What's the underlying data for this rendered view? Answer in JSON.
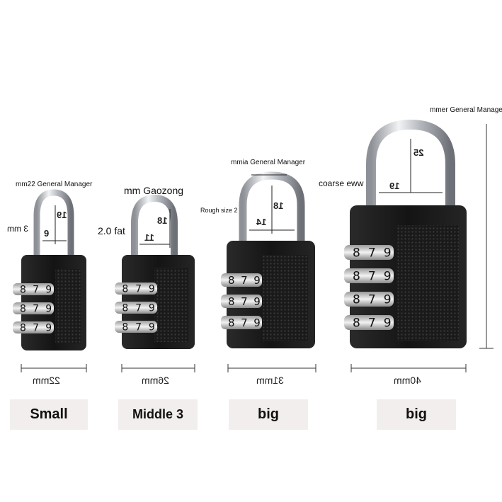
{
  "locks": [
    {
      "id": "small",
      "top_label": "mm22 General Manager",
      "side_label": "3 mm",
      "side_label_2": "",
      "shackle_width": "9",
      "shackle_height": "19",
      "body_width_label": "22mm",
      "size_label": "Small"
    },
    {
      "id": "middle",
      "top_label": "mm Gaozong",
      "side_label": "2.0 fat",
      "side_label_2": "",
      "shackle_width": "11",
      "shackle_height": "18",
      "body_width_label": "26mm",
      "size_label": "Middle 3"
    },
    {
      "id": "big1",
      "top_label": "mmia General Manager",
      "side_label": "Rough size 2",
      "side_label_2": "",
      "shackle_width": "14",
      "shackle_height": "18",
      "body_width_label": "31mm",
      "size_label": "big"
    },
    {
      "id": "big2",
      "top_label": "mmer General Manager",
      "side_label": "coarse eww",
      "side_label_2": "",
      "shackle_width": "19",
      "shackle_height": "25",
      "body_width_label": "40mm",
      "size_label": "big"
    }
  ],
  "dial_digits": [
    "7",
    "8",
    "9"
  ],
  "colors": {
    "body": "#1a1a1a",
    "shackle": "#c9ccd0",
    "label_bg": "#f3eeee",
    "dial": "#d8d8d8"
  }
}
